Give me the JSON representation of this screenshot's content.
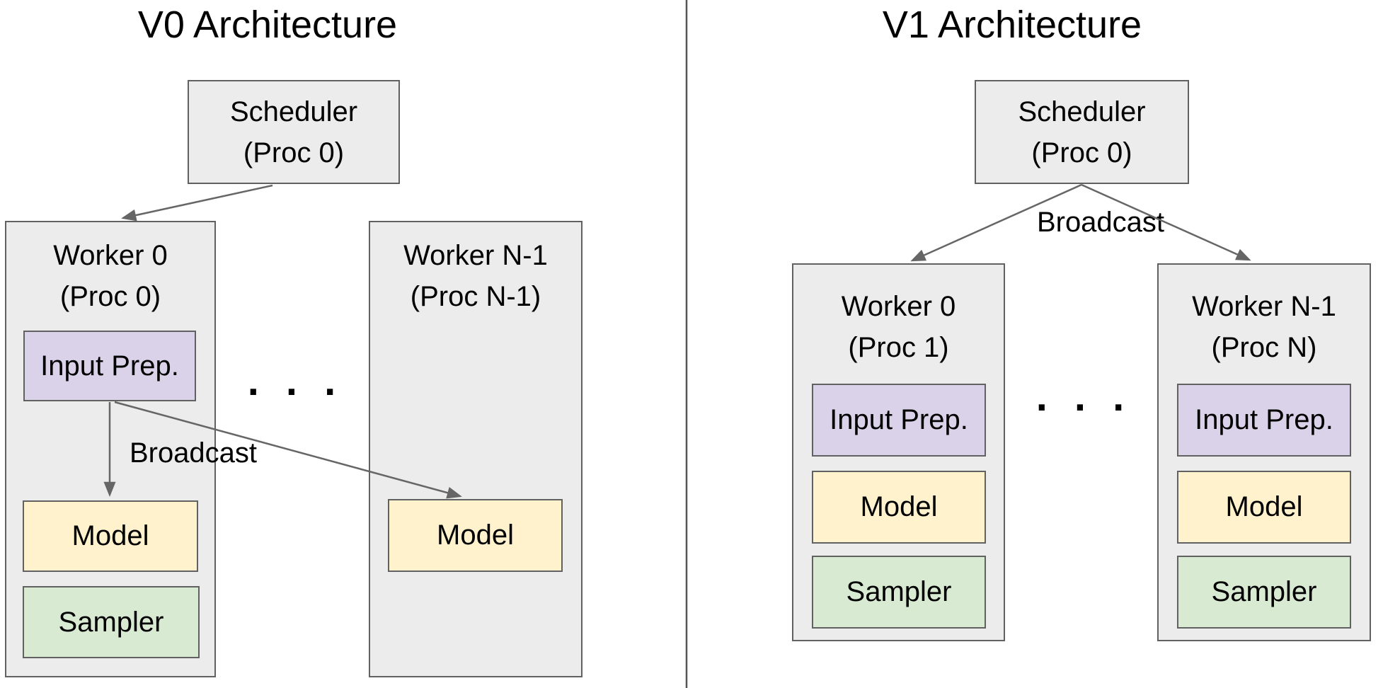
{
  "v0": {
    "title": "V0 Architecture",
    "scheduler": {
      "name": "Scheduler",
      "proc": "(Proc 0)"
    },
    "worker0": {
      "name": "Worker 0",
      "proc": "(Proc 0)",
      "input_prep": "Input Prep.",
      "model": "Model",
      "sampler": "Sampler"
    },
    "workerN": {
      "name": "Worker N-1",
      "proc": "(Proc N-1)",
      "model": "Model"
    },
    "broadcast_label": "Broadcast",
    "ellipsis": ". . ."
  },
  "v1": {
    "title": "V1 Architecture",
    "scheduler": {
      "name": "Scheduler",
      "proc": "(Proc 0)"
    },
    "broadcast_label": "Broadcast",
    "worker0": {
      "name": "Worker 0",
      "proc": "(Proc 1)",
      "input_prep": "Input Prep.",
      "model": "Model",
      "sampler": "Sampler"
    },
    "workerN": {
      "name": "Worker N-1",
      "proc": "(Proc N)",
      "input_prep": "Input Prep.",
      "model": "Model",
      "sampler": "Sampler"
    },
    "ellipsis": ". . ."
  },
  "colors": {
    "box_fill": "#ececec",
    "box_border": "#616161",
    "purple": "#d9d2e9",
    "yellow": "#fff2cc",
    "green": "#d9ead3",
    "line": "#666666",
    "divider": "#555555",
    "text": "#000000"
  }
}
